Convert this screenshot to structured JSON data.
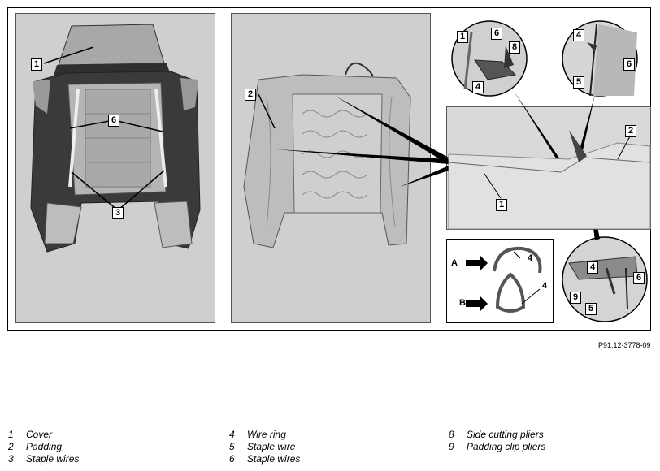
{
  "figure_ref": "P91.12-3778-09",
  "callouts": {
    "left_1": "1",
    "left_6": "6",
    "left_3": "3",
    "mid_2": "2",
    "tl_1": "1",
    "tl_6": "6",
    "tl_8": "8",
    "tl_4": "4",
    "tr_4": "4",
    "tr_5": "5",
    "tr_6": "6",
    "center_1": "1",
    "center_2": "2",
    "br_4": "4",
    "br_6": "6",
    "br_9": "9",
    "br_5": "5",
    "ring_a_label": "A",
    "ring_a_num": "4",
    "ring_b_label": "B",
    "ring_b_num": "4"
  },
  "legend": [
    {
      "num": "1",
      "text": "Cover"
    },
    {
      "num": "2",
      "text": "Padding"
    },
    {
      "num": "3",
      "text": "Staple wires"
    },
    {
      "num": "4",
      "text": "Wire ring"
    },
    {
      "num": "5",
      "text": "Staple wire"
    },
    {
      "num": "6",
      "text": "Staple wires"
    },
    {
      "num": "8",
      "text": "Side cutting pliers"
    },
    {
      "num": "9",
      "text": "Padding clip pliers"
    }
  ]
}
